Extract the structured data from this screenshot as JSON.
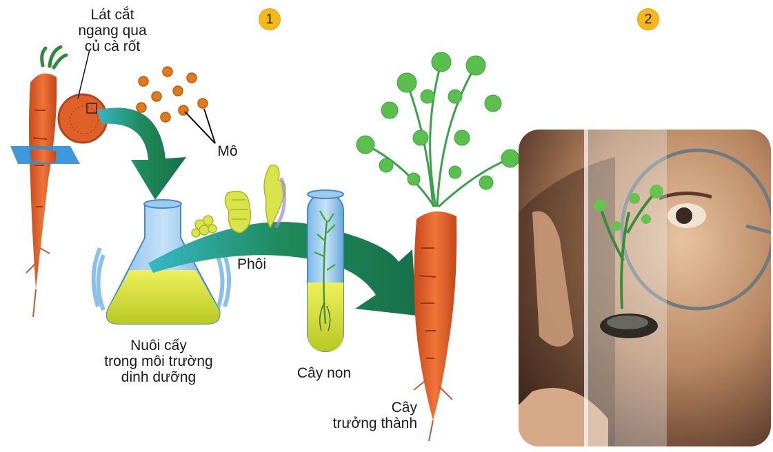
{
  "badges": {
    "first": "1",
    "second": "2"
  },
  "labels": {
    "cross_section": "Lát cắt\nngang qua\ncủ cà rốt",
    "tissue": "Mô",
    "culture": "Nuôi cấy\ntrong môi trường\ndinh dưỡng",
    "embryo": "Phôi",
    "seedling": "Cây non",
    "mature_plant": "Cây\ntrưởng thành"
  },
  "colors": {
    "carrot": "#e2632a",
    "arrow": "#1f8a5a",
    "medium": "#d8e23a",
    "leaf": "#5bbf4e",
    "badge": "#f4b919"
  }
}
